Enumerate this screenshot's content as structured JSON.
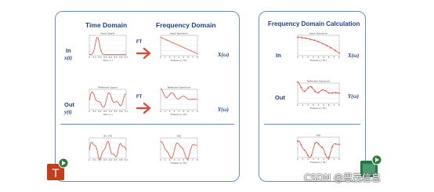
{
  "left_panel": {
    "time_domain_title": "Time Domain",
    "frequency_domain_title": "Frequency Domain",
    "ft_label": "FT",
    "in_label": "In",
    "in_math": "x(t)",
    "out_label": "Out",
    "out_math": "y(t)",
    "X_label": "X(ω)",
    "Y_label": "Y(ω)"
  },
  "right_panel": {
    "title": "Frequency Domain Calculation",
    "in_label": "In",
    "out_label": "Out",
    "X_label": "X(ω)",
    "Y_label": "Y(ω)"
  },
  "plots": {
    "in_time": {
      "title": "Input Signal",
      "xlabel": "Time ( s )",
      "xticks": [
        "0",
        "0.1",
        "0.2",
        "0.3",
        "0.4",
        "0.5",
        "0.6",
        "0.7"
      ]
    },
    "in_freq": {
      "title": "Input Spectrum",
      "xlabel": "Frequency ( Hz )",
      "xticks": [
        "0",
        "1",
        "2",
        "3",
        "4",
        "5",
        "6",
        "7",
        "8"
      ]
    },
    "out_time": {
      "title": "Reflected Signal",
      "xlabel": "Time ( s )",
      "xticks": [
        "0",
        "0.1",
        "0.2",
        "0.3",
        "0.4",
        "0.5",
        "0.6",
        "0.7"
      ]
    },
    "out_freq": {
      "title": "Reflected Spectrum",
      "xlabel": "Frequency ( Hz )",
      "xticks": [
        "0",
        "1",
        "2",
        "3",
        "4",
        "5",
        "6",
        "7",
        "8"
      ]
    },
    "ir_time": {
      "title": "IR / FIR",
      "xlabel": "",
      "xticks": [
        "0",
        "0.1",
        "0.2",
        "0.3",
        "0.4",
        "0.5",
        "0.6",
        "0.7"
      ]
    },
    "h_freq": {
      "title": "H(f)",
      "xlabel": "Frequency ( Hz )",
      "xticks": [
        "0",
        "1",
        "2",
        "3",
        "4",
        "5",
        "6",
        "7",
        "8"
      ]
    },
    "r_in": {
      "title": "Input Spectrum",
      "xlabel": "Frequency ( Hz )",
      "xticks": [
        "0",
        "1",
        "2",
        "3",
        "4",
        "5",
        "6",
        "7",
        "8"
      ]
    },
    "r_out": {
      "title": "Reflected Spectrum",
      "xlabel": "Frequency ( Hz )",
      "xticks": [
        "0",
        "1",
        "2",
        "3",
        "4",
        "5",
        "6",
        "7",
        "8"
      ]
    },
    "r_h": {
      "title": "H(f)",
      "xlabel": "Frequency ( Hz )",
      "xticks": [
        "0",
        "1",
        "2",
        "3",
        "4",
        "5",
        "6",
        "7",
        "8"
      ]
    }
  },
  "watermark": "CSDN @思茂信息",
  "colors": {
    "panel_border": "#6b8fbf",
    "title_blue": "#1f3f8f",
    "curve_red": "#e0503a",
    "arrow_red": "#e8432e",
    "ppt_red": "#c43e1c",
    "xls_green": "#1d7a44"
  },
  "icons": [
    "powerpoint-icon",
    "excel-icon",
    "right-arrow-icon"
  ]
}
